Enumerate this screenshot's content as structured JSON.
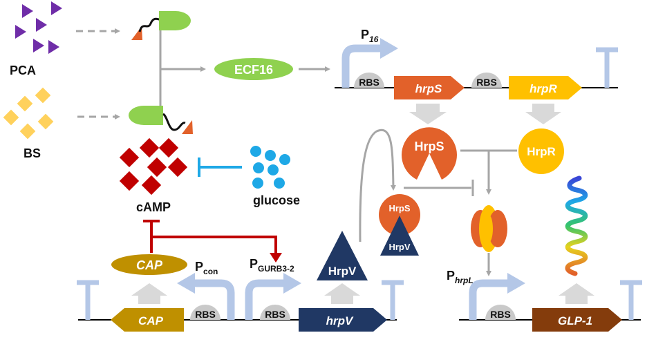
{
  "inputs": {
    "pca": "PCA",
    "bs": "BS",
    "camp": "cAMP",
    "glucose": "glucose"
  },
  "sigma_factor": "ECF16",
  "promoters": {
    "p16": {
      "main": "P",
      "sub": "16"
    },
    "pcon": {
      "main": "P",
      "sub": "con"
    },
    "pgurb": {
      "main": "P",
      "sub": "GURB3-2"
    },
    "phrpl": {
      "main": "P",
      "sub": "hrpL"
    }
  },
  "rbs": "RBS",
  "genes": {
    "hrpS": "hrpS",
    "hrpR": "hrpR",
    "cap": "CAP",
    "hrpV": "hrpV",
    "glp1": "GLP-1"
  },
  "proteins": {
    "HrpS": "HrpS",
    "HrpR": "HrpR",
    "HrpV": "HrpV",
    "CAP": "CAP",
    "complex_hrps": "HrpS",
    "complex_hrpv": "HrpV"
  },
  "colors": {
    "pca": "#6f2da8",
    "bs": "#ffd15c",
    "receptor": "#8fd14f",
    "orange_tag": "#e2612a",
    "ecf16": "#8fd14f",
    "hrpS": "#e2612a",
    "hrpR": "#ffc000",
    "camp": "#c00000",
    "glucose": "#1ea8e6",
    "cap": "#bf9000",
    "hrpV": "#203864",
    "glp1": "#843c0c",
    "promoter": "#b4c7e7",
    "rbs": "#c9c9c9",
    "gray_arrow": "#a6a6a6",
    "repress_red": "#c00000"
  }
}
